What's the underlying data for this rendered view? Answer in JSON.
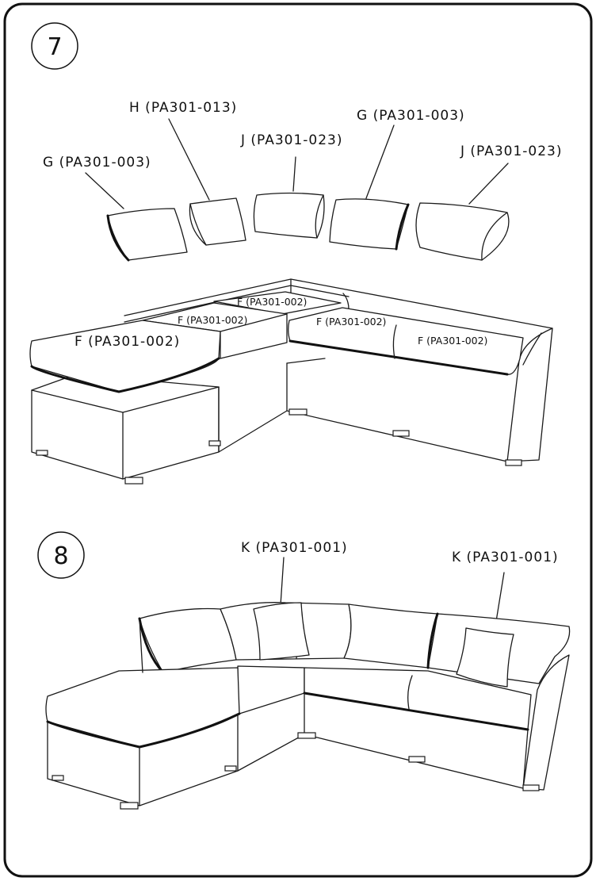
{
  "steps": [
    {
      "number": "7",
      "labels": {
        "g_left": "G (PA301-003)",
        "h": "H (PA301-013)",
        "j_mid": "J (PA301-023)",
        "g_right": "G (PA301-003)",
        "j_right": "J (PA301-023)",
        "f_big": "F (PA301-002)",
        "f_back_top": "F (PA301-002)",
        "f_back_mid": "F (PA301-002)",
        "f_right_a": "F (PA301-002)",
        "f_right_b": "F (PA301-002)"
      }
    },
    {
      "number": "8",
      "labels": {
        "k_left": "K (PA301-001)",
        "k_right": "K (PA301-001)"
      }
    }
  ]
}
